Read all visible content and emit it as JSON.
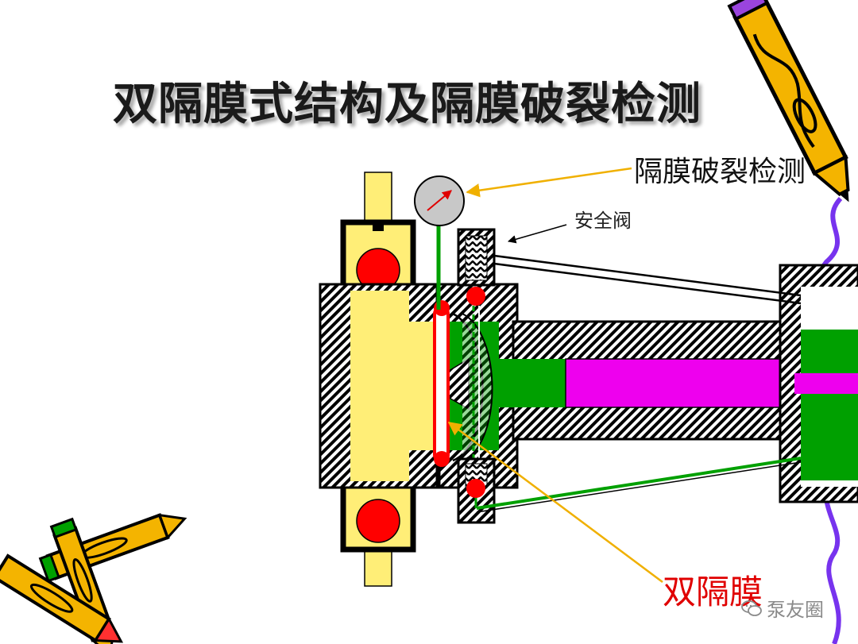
{
  "title": "双隔膜式结构及隔膜破裂检测",
  "labels": {
    "rupture_detection": "隔膜破裂检测",
    "safety_valve": "安全阀",
    "double_diaphragm": "双隔膜"
  },
  "watermark": {
    "text": "泵友圈",
    "icon": "wechat-icon"
  },
  "colors": {
    "housing_hatch": "#000000",
    "crosshead": "#ffee77",
    "bearing_ball": "#ff0000",
    "hydraulic_oil": "#00a000",
    "plunger": "#ee00ee",
    "gauge": "#c8c8c8",
    "pointer_line": "#f0b000",
    "label_red": "#e00000",
    "wave_line": "#7733ee"
  },
  "decorations": [
    "pencil-icon",
    "crayon-pile-icon"
  ]
}
